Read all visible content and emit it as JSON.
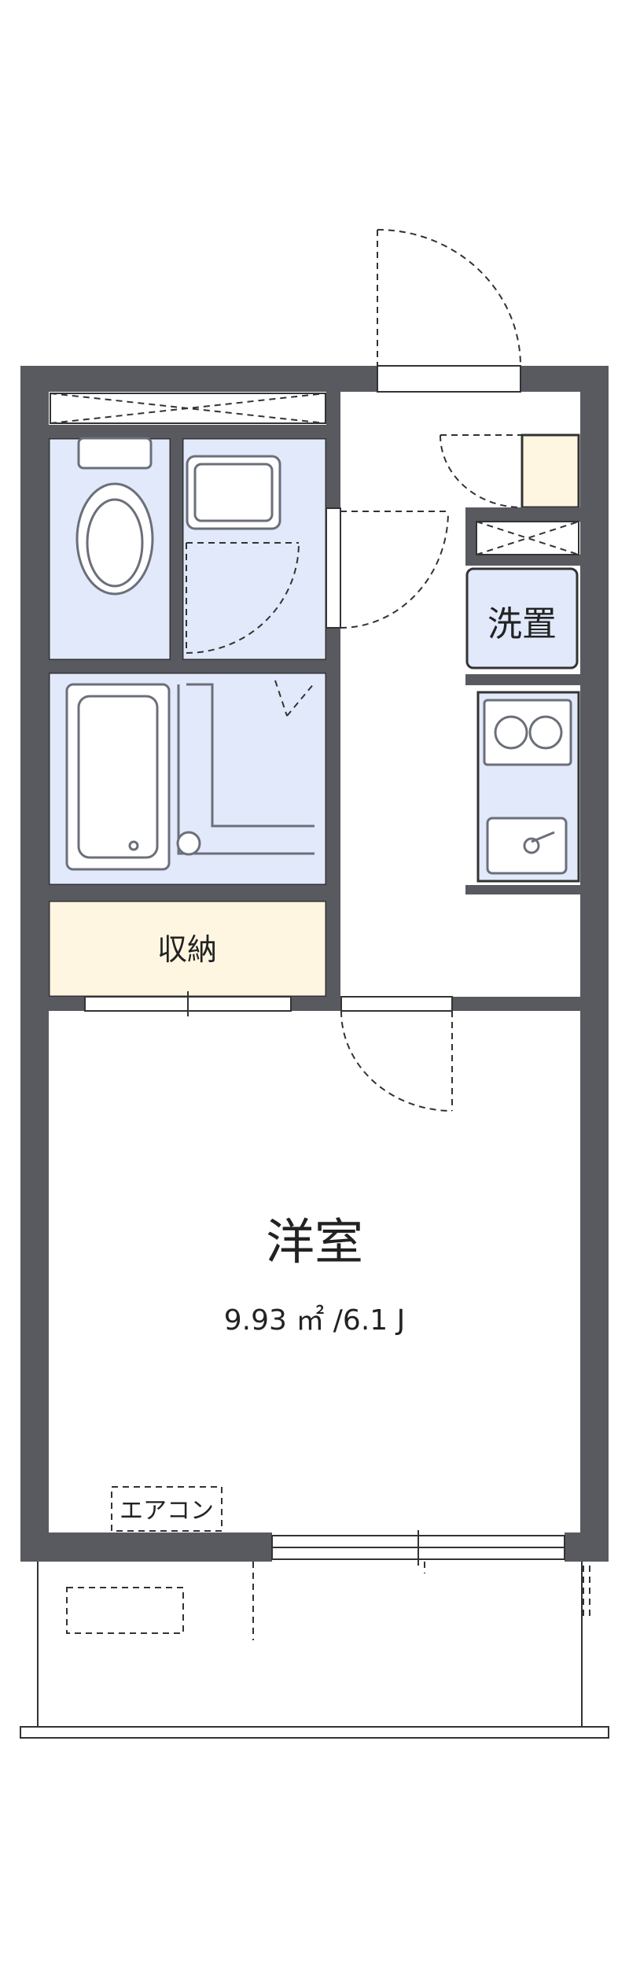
{
  "plan": {
    "rooms": {
      "western_room": {
        "name": "洋室",
        "area": "9.93 ㎡ /6.1 J"
      },
      "storage": {
        "name": "収納"
      },
      "laundry": {
        "name": "洗置"
      },
      "air_conditioner": {
        "name": "エアコン"
      }
    }
  },
  "colors": {
    "wall": "#595a60",
    "wet_area": "#e1e9fa",
    "storage": "#fff6e2",
    "line": "#333333",
    "fixture_outline": "#6b6f7a",
    "background": "#ffffff"
  }
}
